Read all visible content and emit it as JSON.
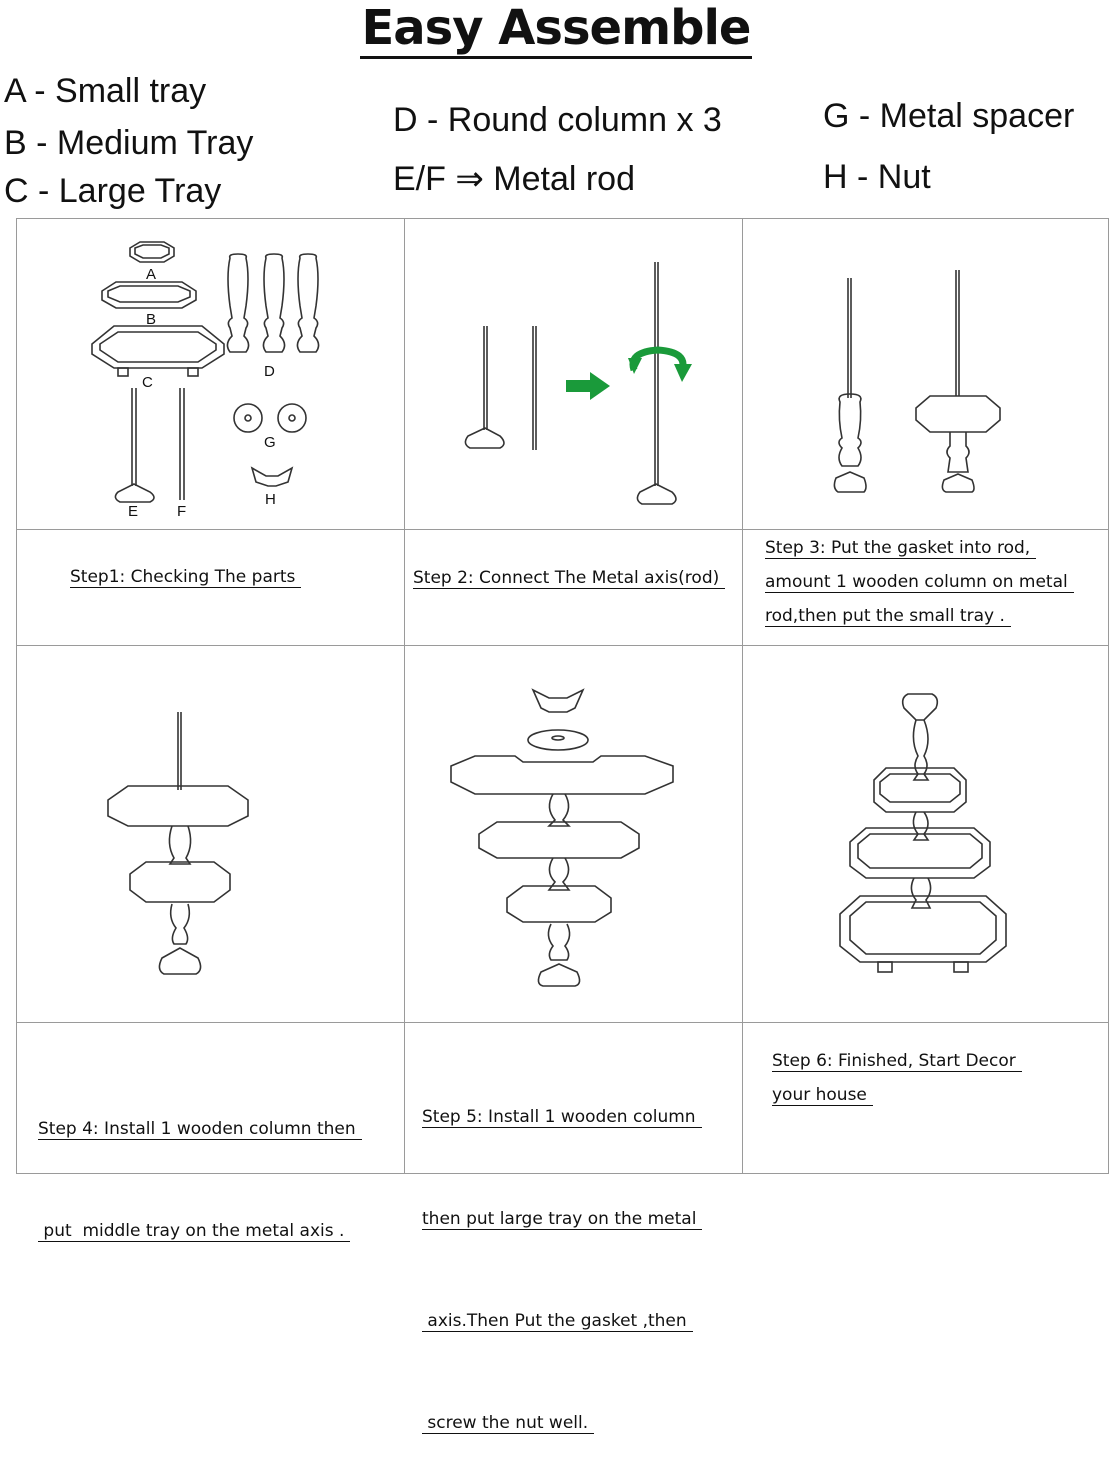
{
  "title": "Easy Assemble",
  "legend": {
    "a": "A - Small tray",
    "b": "B - Medium Tray",
    "c": "C - Large Tray",
    "d": "D - Round column x 3",
    "ef": "E/F ⇒ Metal rod",
    "g": "G - Metal spacer",
    "h": "H - Nut"
  },
  "part_labels": {
    "a": "A",
    "b": "B",
    "c": "C",
    "d": "D",
    "e": "E",
    "f": "F",
    "g": "G",
    "h": "H"
  },
  "steps": {
    "s1": [
      "Step1: Checking The parts"
    ],
    "s2": [
      "Step 2: Connect The Metal axis(rod)"
    ],
    "s3": [
      "Step 3: Put the gasket into rod,",
      "amount 1 wooden column on metal",
      "rod,then put the small tray ."
    ],
    "s4": [
      "Step 4: Install 1 wooden column then",
      " put  middle tray on the metal axis ."
    ],
    "s5": [
      "Step 5: Install 1 wooden column",
      "then put large tray on the metal",
      " axis.Then Put the gasket ,then",
      " screw the nut well."
    ],
    "s6": [
      "Step 6:  Finished, Start Decor",
      "your house"
    ]
  },
  "colors": {
    "arrow": "#1a9a3a",
    "line": "#333333",
    "grid": "#9a9a9a"
  }
}
